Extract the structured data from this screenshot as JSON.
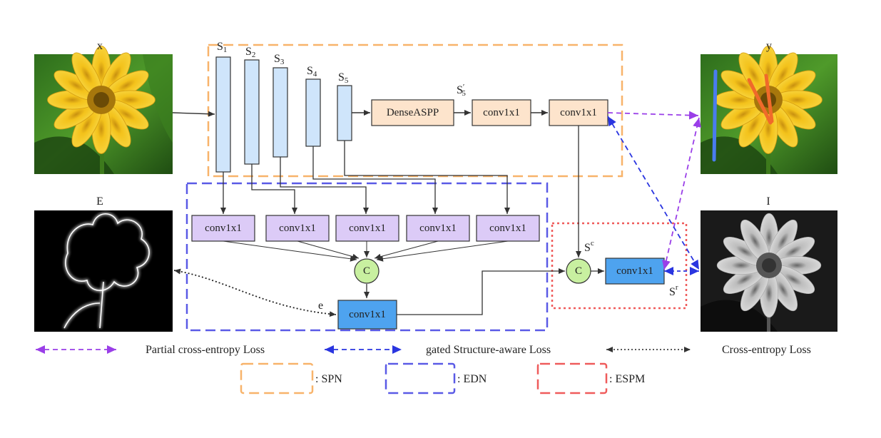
{
  "images": {
    "x": "x",
    "y": "y",
    "E": "E",
    "I": "I"
  },
  "scale_labels": {
    "s1": "S",
    "s1_sub": "1",
    "s2": "S",
    "s2_sub": "2",
    "s3": "S",
    "s3_sub": "3",
    "s4": "S",
    "s4_sub": "4",
    "s5": "S",
    "s5_sub": "5",
    "s5p": "S",
    "s5p_sub": "5",
    "s5p_prime": "′",
    "sc": "S",
    "sc_sup": "c",
    "sr": "S",
    "sr_sup": "r",
    "e": "e"
  },
  "blocks": {
    "dense_aspp": "DenseASPP",
    "conv_spn_1": "conv1x1",
    "conv_spn_2": "conv1x1",
    "edn_conv_1": "conv1x1",
    "edn_conv_2": "conv1x1",
    "edn_conv_3": "conv1x1",
    "edn_conv_4": "conv1x1",
    "edn_conv_5": "conv1x1",
    "edn_concat": "C",
    "edn_out": "conv1x1",
    "espm_concat": "C",
    "espm_conv": "conv1x1"
  },
  "legend": {
    "partial_ce": "Partial cross-entropy Loss",
    "gated_sa": "gated Structure-aware Loss",
    "ce": "Cross-entropy Loss",
    "spn": ": SPN",
    "edn": ": EDN",
    "espm": ": ESPM"
  },
  "colors": {
    "spn_border": "#f8b36a",
    "edn_border": "#5a5ae6",
    "espm_border": "#ef5b5b",
    "encoder_fill": "#cfe5fb",
    "encoder_stroke": "#333333",
    "orange_fill": "#fde4cc",
    "purple_fill": "#dccbf7",
    "blue_fill": "#4ea3ef",
    "concat_fill": "#c8f0a0",
    "loss_purple": "#9a3ee8",
    "loss_blue": "#2a35e0",
    "loss_black": "#222222"
  }
}
